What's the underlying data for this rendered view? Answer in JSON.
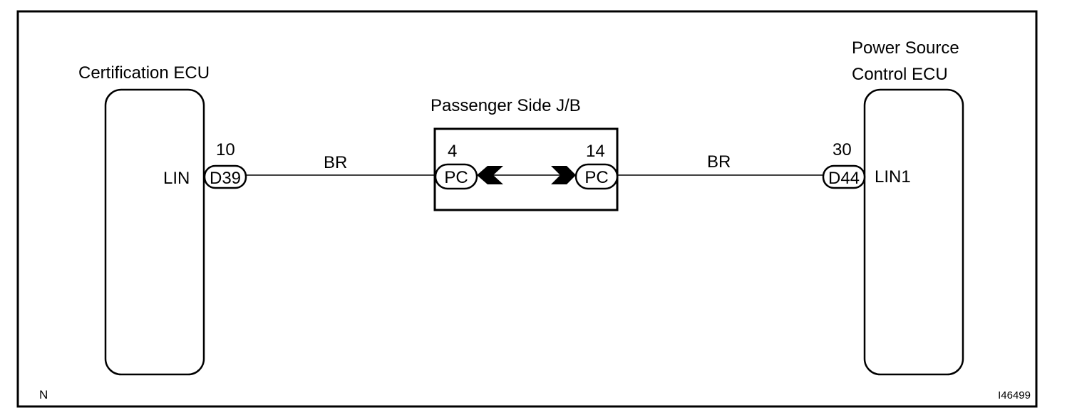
{
  "frame": {
    "corner_note": "N",
    "figure_id": "I46499"
  },
  "left_ecu": {
    "title": "Certification ECU",
    "terminal_label": "LIN",
    "pin": "10",
    "connector": "D39"
  },
  "junction_block": {
    "title": "Passenger Side J/B",
    "left_pin": "4",
    "left_connector": "PC",
    "right_pin": "14",
    "right_connector": "PC"
  },
  "right_ecu": {
    "title_line1": "Power Source",
    "title_line2": "Control ECU",
    "terminal_label": "LIN1",
    "pin": "30",
    "connector": "D44"
  },
  "wires": {
    "left_color": "BR",
    "right_color": "BR"
  }
}
